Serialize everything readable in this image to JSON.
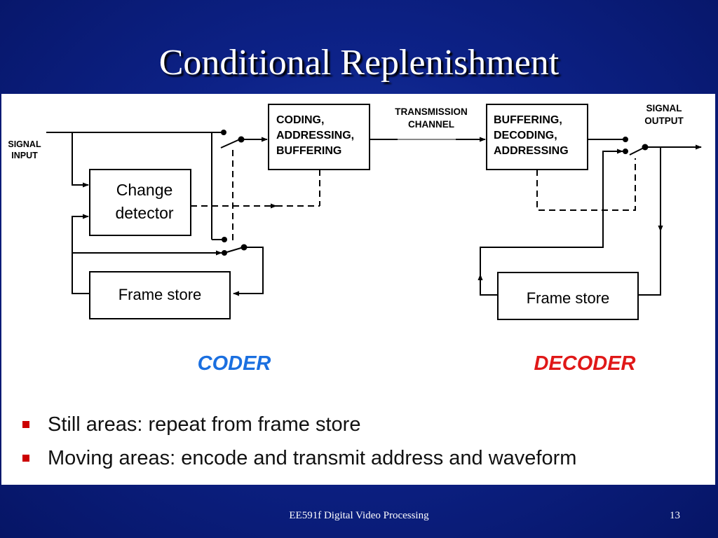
{
  "slide": {
    "title": "Conditional Replenishment",
    "footer": "EE591f Digital Video Processing",
    "page_number": "13"
  },
  "diagram": {
    "signal_input": [
      "SIGNAL",
      "INPUT"
    ],
    "signal_output": [
      "SIGNAL",
      "OUTPUT"
    ],
    "transmission_channel": [
      "TRANSMISSION",
      "CHANNEL"
    ],
    "coder_box": [
      "CODING,",
      "ADDRESSING,",
      "BUFFERING"
    ],
    "decoder_box": [
      "BUFFERING,",
      "DECODING,",
      "ADDRESSING"
    ],
    "change_detector": [
      "Change",
      "detector"
    ],
    "coder_frame_store": "Frame store",
    "decoder_frame_store": "Frame store",
    "coder_label": "CODER",
    "decoder_label": "DECODER",
    "colors": {
      "coder": "#1a6fe0",
      "decoder": "#e01818"
    }
  },
  "bullets": [
    "Still areas: repeat from frame store",
    "Moving areas: encode and transmit address and waveform"
  ]
}
